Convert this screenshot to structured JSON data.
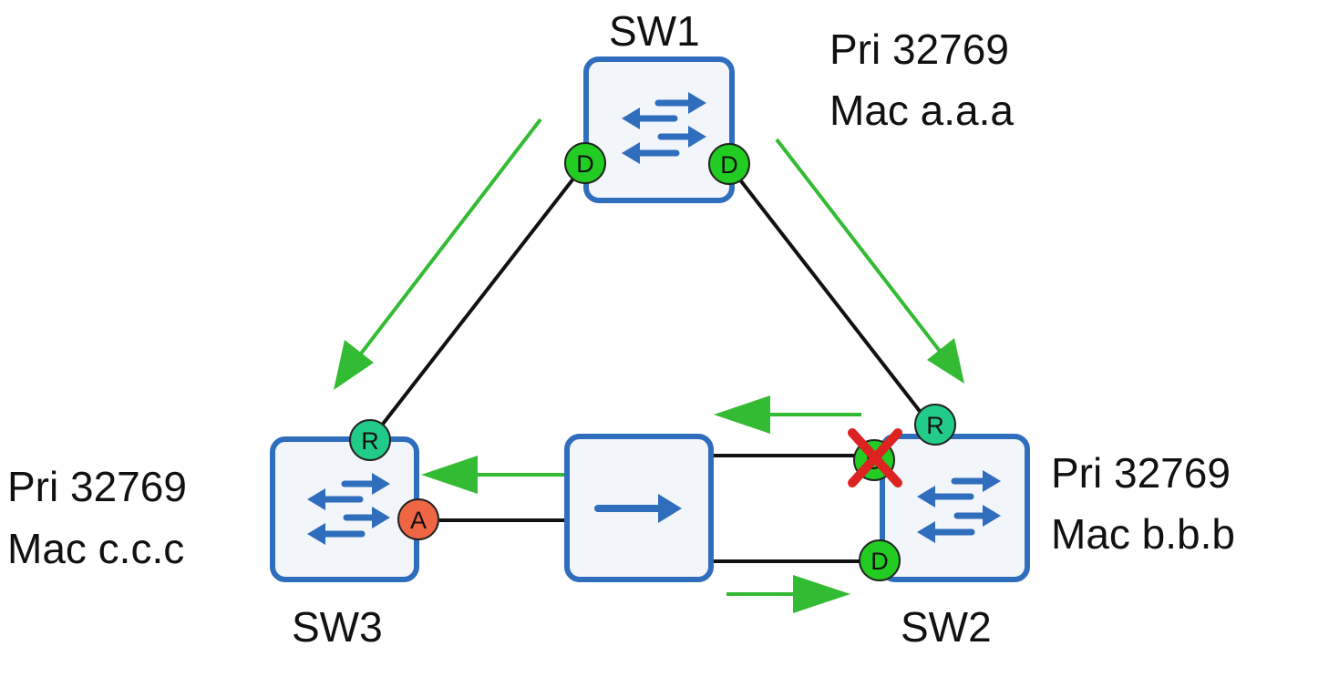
{
  "switches": {
    "sw1": {
      "name": "SW1",
      "priority": "Pri 32769",
      "mac": "Mac a.a.a"
    },
    "sw2": {
      "name": "SW2",
      "priority": "Pri 32769",
      "mac": "Mac b.b.b"
    },
    "sw3": {
      "name": "SW3",
      "priority": "Pri 32769",
      "mac": "Mac c.c.c"
    }
  },
  "ports": {
    "sw1_left": "D",
    "sw1_right": "D",
    "sw2_top": "R",
    "sw2_blocked": "D",
    "sw2_bottom": "D",
    "sw3_top": "R",
    "sw3_right": "A"
  },
  "colors": {
    "switch_border": "#2f6dbd",
    "switch_fill": "#f2f5fa",
    "icon_blue": "#2f6dbd",
    "designated_port": "#22cc22",
    "root_port": "#22cc88",
    "alternate_port": "#ee6644",
    "flow_arrow": "#33bb33",
    "blocked_mark": "#dd2222",
    "link": "#111111"
  }
}
